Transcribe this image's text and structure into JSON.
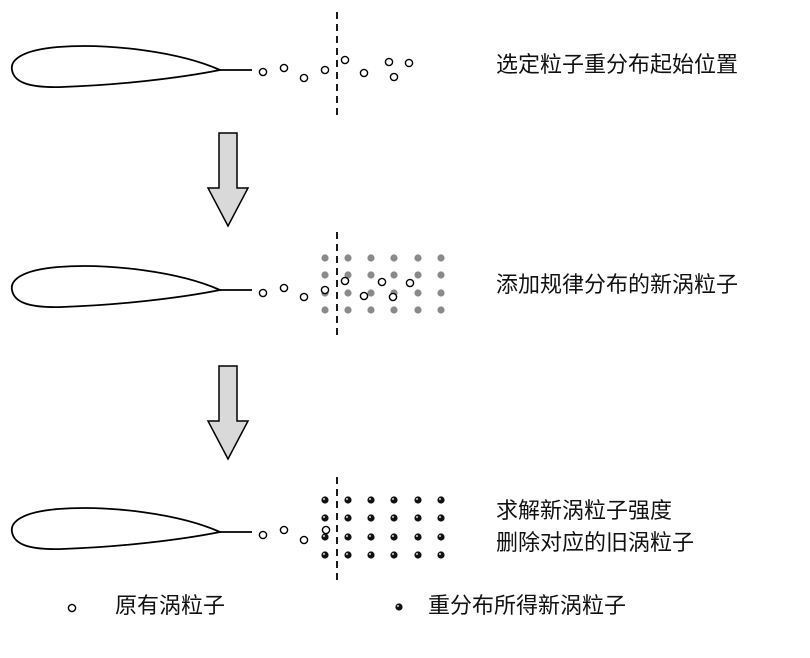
{
  "steps": [
    {
      "label": "选定粒子重分布起始位置"
    },
    {
      "label": "添加规律分布的新涡粒子"
    },
    {
      "label_line1": "求解新涡粒子强度",
      "label_line2": "删除对应的旧涡粒子"
    }
  ],
  "legend": {
    "old_particles": "原有涡粒子",
    "new_particles": "重分布所得新涡粒子"
  },
  "colors": {
    "stroke": "#000000",
    "new_particle_gray": "#8a8a8a",
    "new_particle_black": "#111111",
    "arrow_fill": "#d9d9d9"
  }
}
